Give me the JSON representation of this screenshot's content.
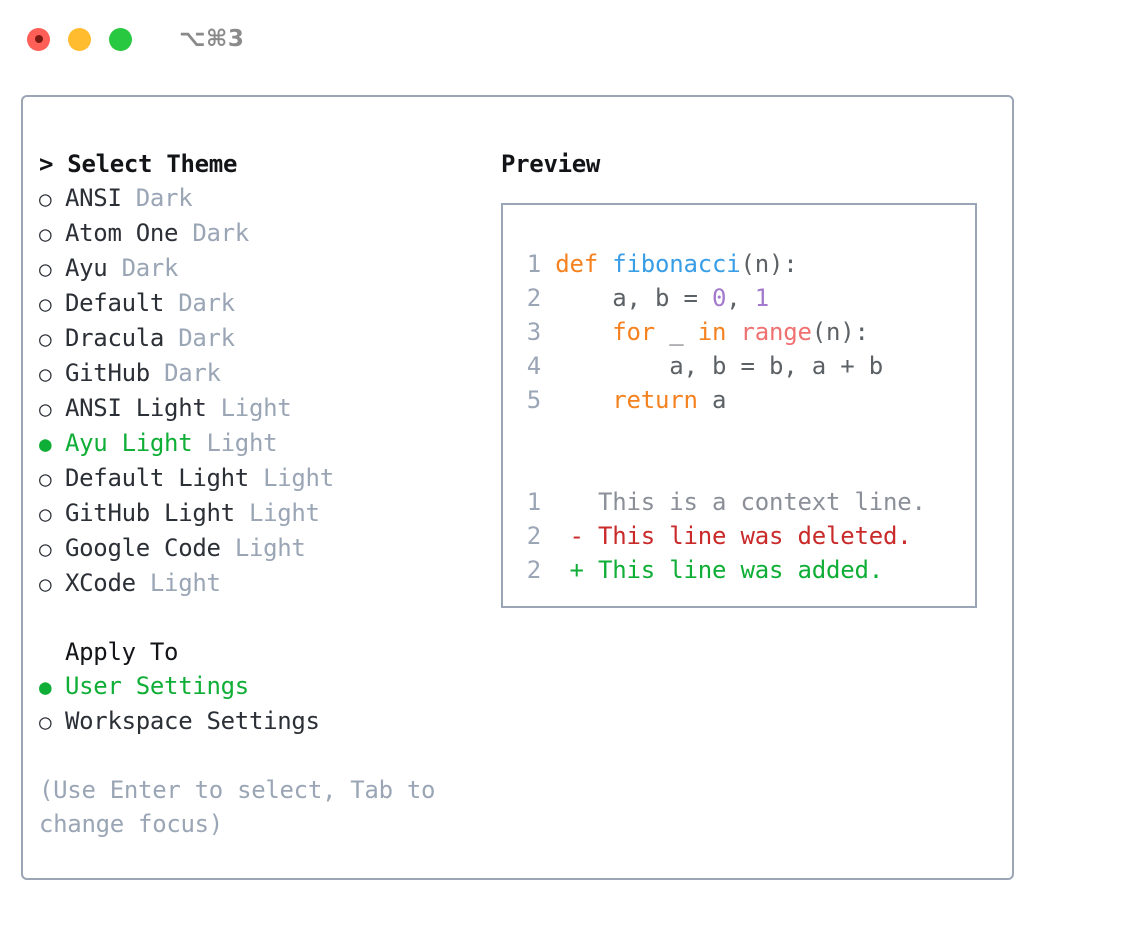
{
  "titlebar": {
    "shortcut": "⌥⌘3",
    "dots": [
      {
        "name": "close",
        "color": "#ff5f57"
      },
      {
        "name": "minimize",
        "color": "#febc2e"
      },
      {
        "name": "maximize",
        "color": "#28c840"
      }
    ]
  },
  "left": {
    "heading": "> Select Theme",
    "themes": [
      {
        "marker": "○",
        "name": "ANSI",
        "kind": "Dark",
        "selected": false
      },
      {
        "marker": "○",
        "name": "Atom One",
        "kind": "Dark",
        "selected": false
      },
      {
        "marker": "○",
        "name": "Ayu",
        "kind": "Dark",
        "selected": false
      },
      {
        "marker": "○",
        "name": "Default",
        "kind": "Dark",
        "selected": false
      },
      {
        "marker": "○",
        "name": "Dracula",
        "kind": "Dark",
        "selected": false
      },
      {
        "marker": "○",
        "name": "GitHub",
        "kind": "Dark",
        "selected": false
      },
      {
        "marker": "○",
        "name": "ANSI Light",
        "kind": "Light",
        "selected": false
      },
      {
        "marker": "●",
        "name": "Ayu Light",
        "kind": "Light",
        "selected": true
      },
      {
        "marker": "○",
        "name": "Default Light",
        "kind": "Light",
        "selected": false
      },
      {
        "marker": "○",
        "name": "GitHub Light",
        "kind": "Light",
        "selected": false
      },
      {
        "marker": "○",
        "name": "Google Code",
        "kind": "Light",
        "selected": false
      },
      {
        "marker": "○",
        "name": "XCode",
        "kind": "Light",
        "selected": false
      }
    ],
    "apply_to_title": "Apply To",
    "apply_to": [
      {
        "marker": "●",
        "name": "User Settings",
        "selected": true
      },
      {
        "marker": "○",
        "name": "Workspace Settings",
        "selected": false
      }
    ],
    "hint": "(Use Enter to select, Tab to change focus)"
  },
  "preview": {
    "title": "Preview",
    "code_lines": [
      {
        "num": "1",
        "tokens": [
          {
            "t": "def ",
            "c": "kw"
          },
          {
            "t": "fibonacci",
            "c": "fn"
          },
          {
            "t": "(n):",
            "c": "punc"
          }
        ]
      },
      {
        "num": "2",
        "tokens": [
          {
            "t": "    a, b = ",
            "c": "plain"
          },
          {
            "t": "0",
            "c": "num"
          },
          {
            "t": ", ",
            "c": "plain"
          },
          {
            "t": "1",
            "c": "num"
          }
        ]
      },
      {
        "num": "3",
        "tokens": [
          {
            "t": "    ",
            "c": "plain"
          },
          {
            "t": "for",
            "c": "kw"
          },
          {
            "t": " _ ",
            "c": "plain"
          },
          {
            "t": "in",
            "c": "kw"
          },
          {
            "t": " ",
            "c": "plain"
          },
          {
            "t": "range",
            "c": "builtin"
          },
          {
            "t": "(n):",
            "c": "punc"
          }
        ]
      },
      {
        "num": "4",
        "tokens": [
          {
            "t": "        a, b = b, a + b",
            "c": "plain"
          }
        ]
      },
      {
        "num": "5",
        "tokens": [
          {
            "t": "    ",
            "c": "plain"
          },
          {
            "t": "return",
            "c": "kw"
          },
          {
            "t": " a",
            "c": "plain"
          }
        ]
      }
    ],
    "diff_lines": [
      {
        "num": "1",
        "sign": " ",
        "text": " This is a context line.",
        "kind": "ctx"
      },
      {
        "num": "2",
        "sign": "-",
        "text": " This line was deleted.",
        "kind": "del"
      },
      {
        "num": "2",
        "sign": "+",
        "text": " This line was added.",
        "kind": "add"
      }
    ]
  },
  "colors": {
    "accent_green": "#0fae36",
    "muted": "#9aa5b5",
    "keyword": "#f58220",
    "function": "#399ee6",
    "number": "#a37acc",
    "builtin": "#f07171",
    "text": "#5c6166",
    "diff_delete": "#c92a2a",
    "diff_add": "#0fae36",
    "border": "#9aa5b5"
  }
}
